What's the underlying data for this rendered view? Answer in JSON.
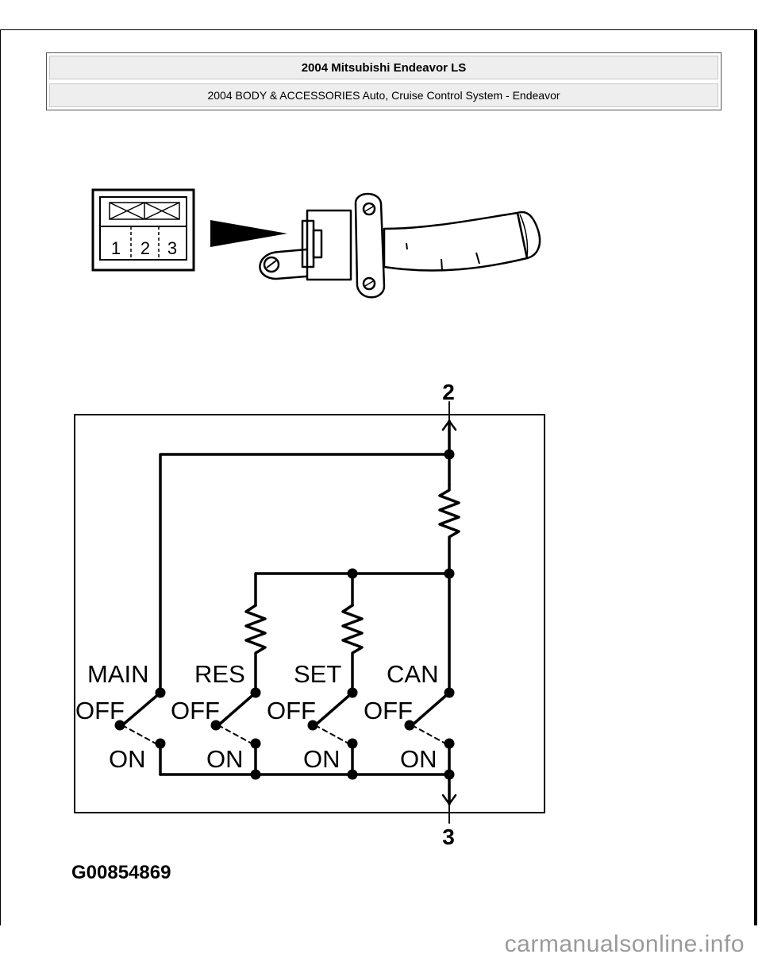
{
  "header": {
    "title": "2004 Mitsubishi Endeavor LS",
    "subtitle": "2004 BODY & ACCESSORIES Auto, Cruise Control System - Endeavor"
  },
  "connector": {
    "pins": [
      "1",
      "2",
      "3"
    ]
  },
  "schematic": {
    "terminal_top": "2",
    "terminal_bottom": "3",
    "switches": [
      {
        "name": "MAIN",
        "off": "OFF",
        "on": "ON"
      },
      {
        "name": "RES",
        "off": "OFF",
        "on": "ON"
      },
      {
        "name": "SET",
        "off": "OFF",
        "on": "ON"
      },
      {
        "name": "CAN",
        "off": "OFF",
        "on": "ON"
      }
    ]
  },
  "figure_id": "G00854869",
  "watermark": "carmanualsonline.info"
}
